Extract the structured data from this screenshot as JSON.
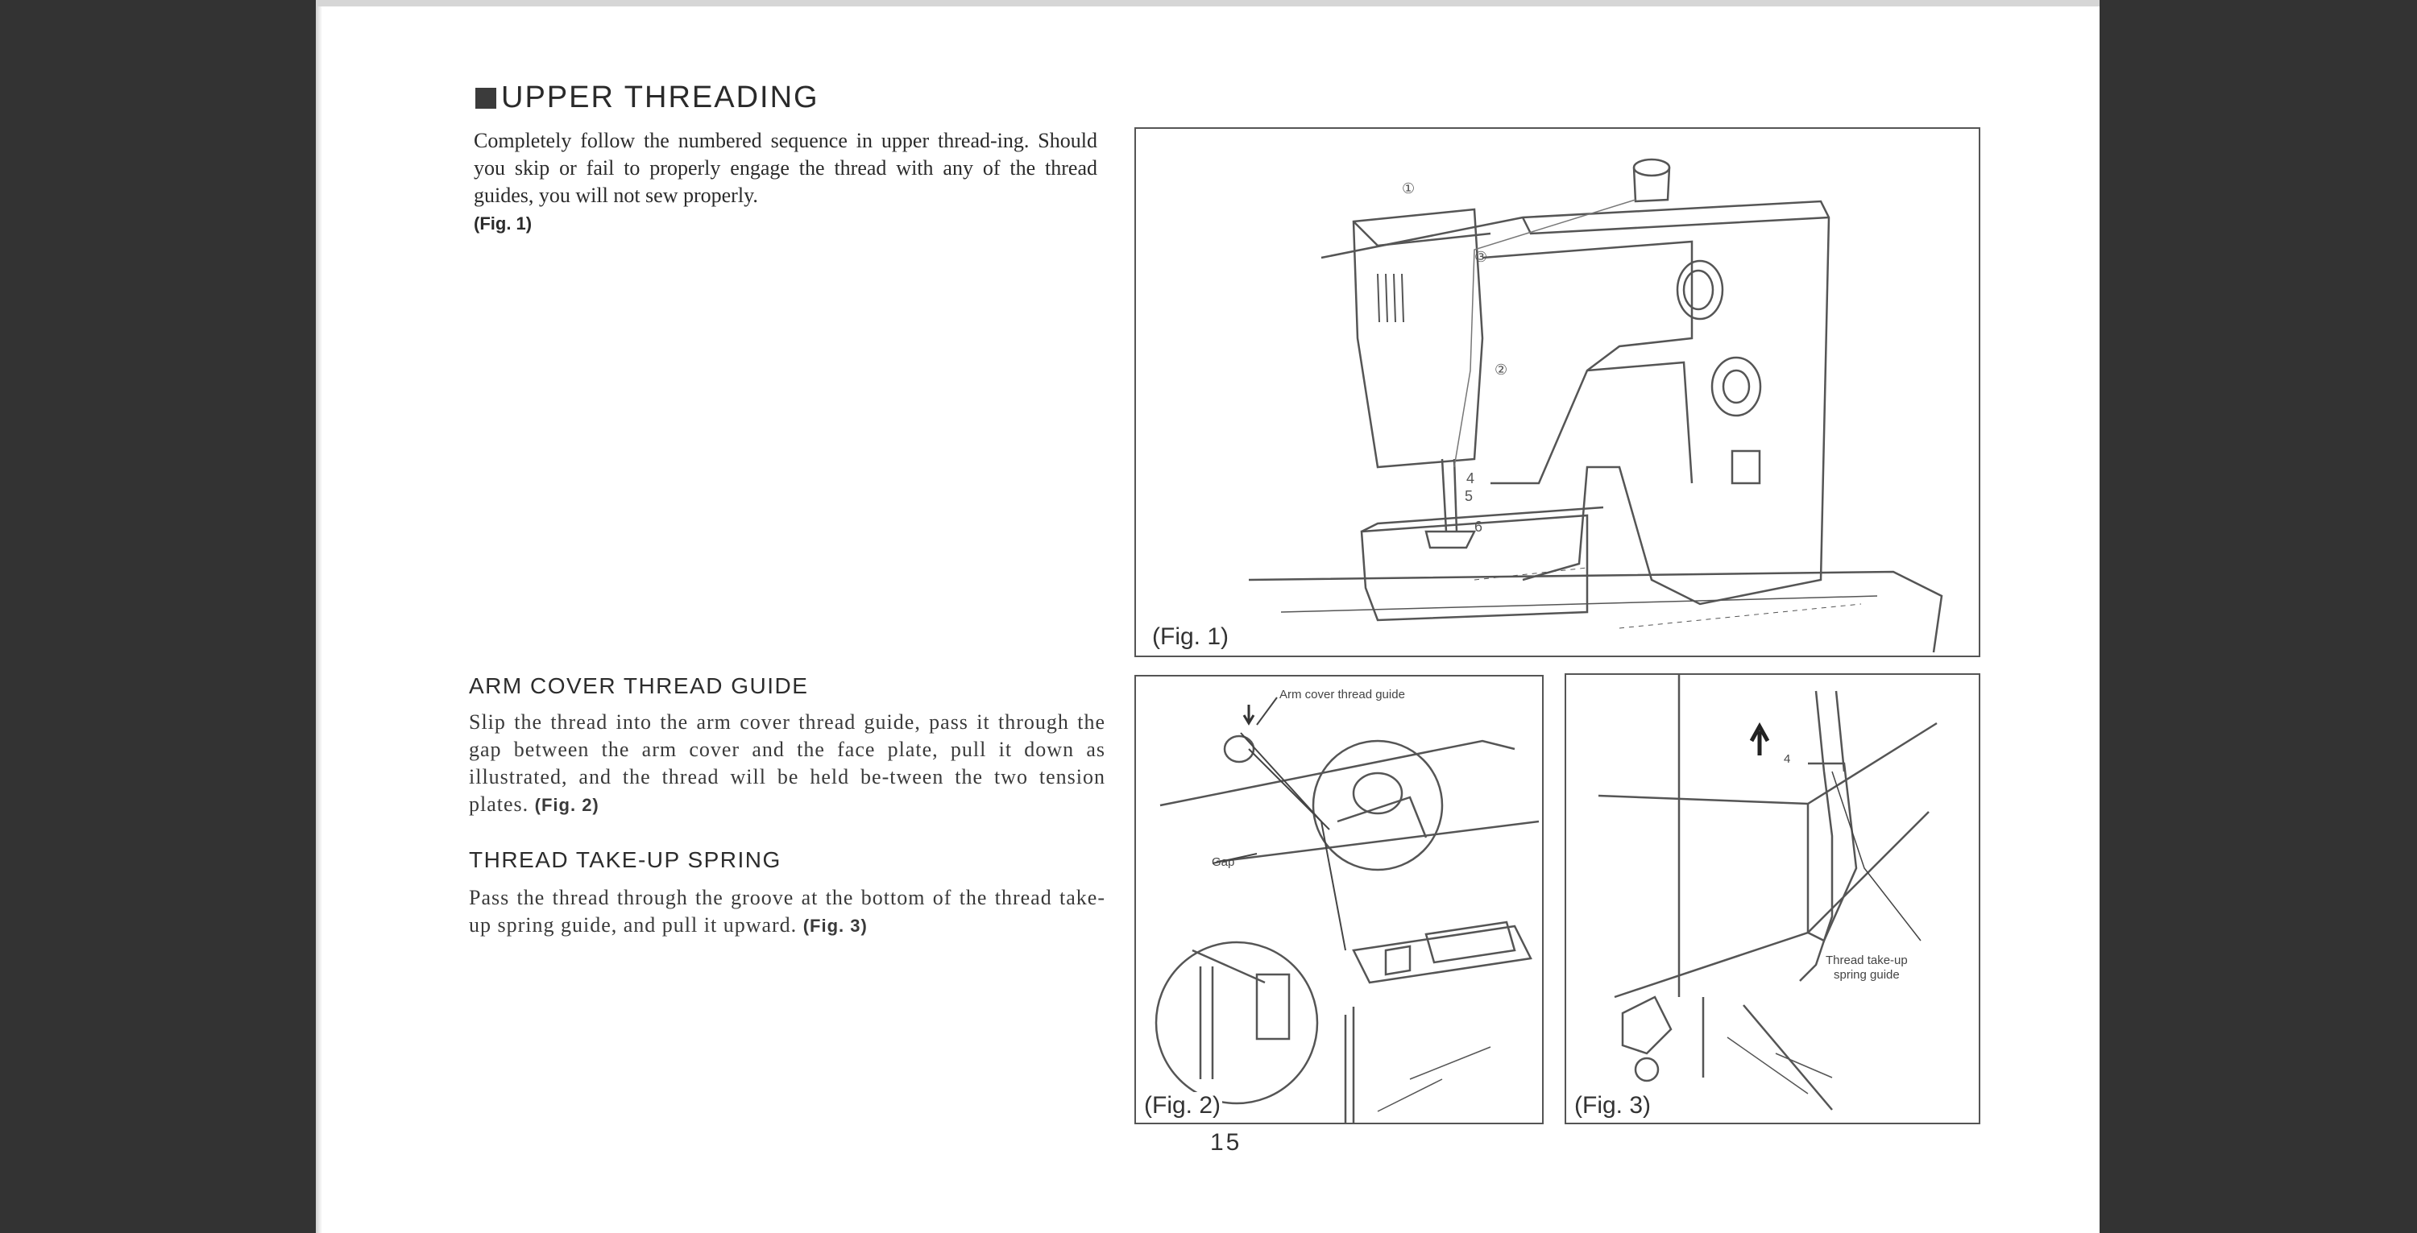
{
  "document": {
    "section_title": "UPPER THREADING",
    "intro_text": "Completely follow the numbered sequence in upper thread-ing. Should you skip or fail to properly engage the thread with any of the thread guides, you will not sew properly.",
    "intro_fig_ref": "(Fig. 1)",
    "arm_cover_heading": "ARM COVER THREAD GUIDE",
    "arm_cover_text": "Slip the thread into the arm cover thread guide, pass it through the gap between the arm cover and the face plate, pull it down as illustrated, and the thread will be held be-tween the two tension plates.",
    "arm_cover_fig_ref": "(Fig. 2)",
    "take_up_heading": "THREAD TAKE-UP SPRING",
    "take_up_text": "Pass the thread through the groove at the bottom of the thread take-up spring guide, and pull it upward.",
    "take_up_fig_ref": "(Fig. 3)",
    "page_number": "15"
  },
  "figures": {
    "fig1": {
      "label": "(Fig. 1)",
      "step_markers": [
        "①",
        "②",
        "③",
        "4",
        "5",
        "6"
      ]
    },
    "fig2": {
      "label": "(Fig. 2)",
      "callout_arm_cover": "Arm cover thread guide",
      "callout_gap": "Gap"
    },
    "fig3": {
      "label": "(Fig. 3)",
      "callout_spring_line1": "Thread take-up",
      "callout_spring_line2": "spring guide",
      "callout_arrow_number": "4"
    }
  },
  "icons": {
    "section_marker": "filled-square-icon",
    "up_arrow": "up-arrow-icon",
    "down_arrow": "down-arrow-icon"
  },
  "colors": {
    "viewer_background": "#333333",
    "page": "#ffffff",
    "ink": "#2b2b2b"
  }
}
